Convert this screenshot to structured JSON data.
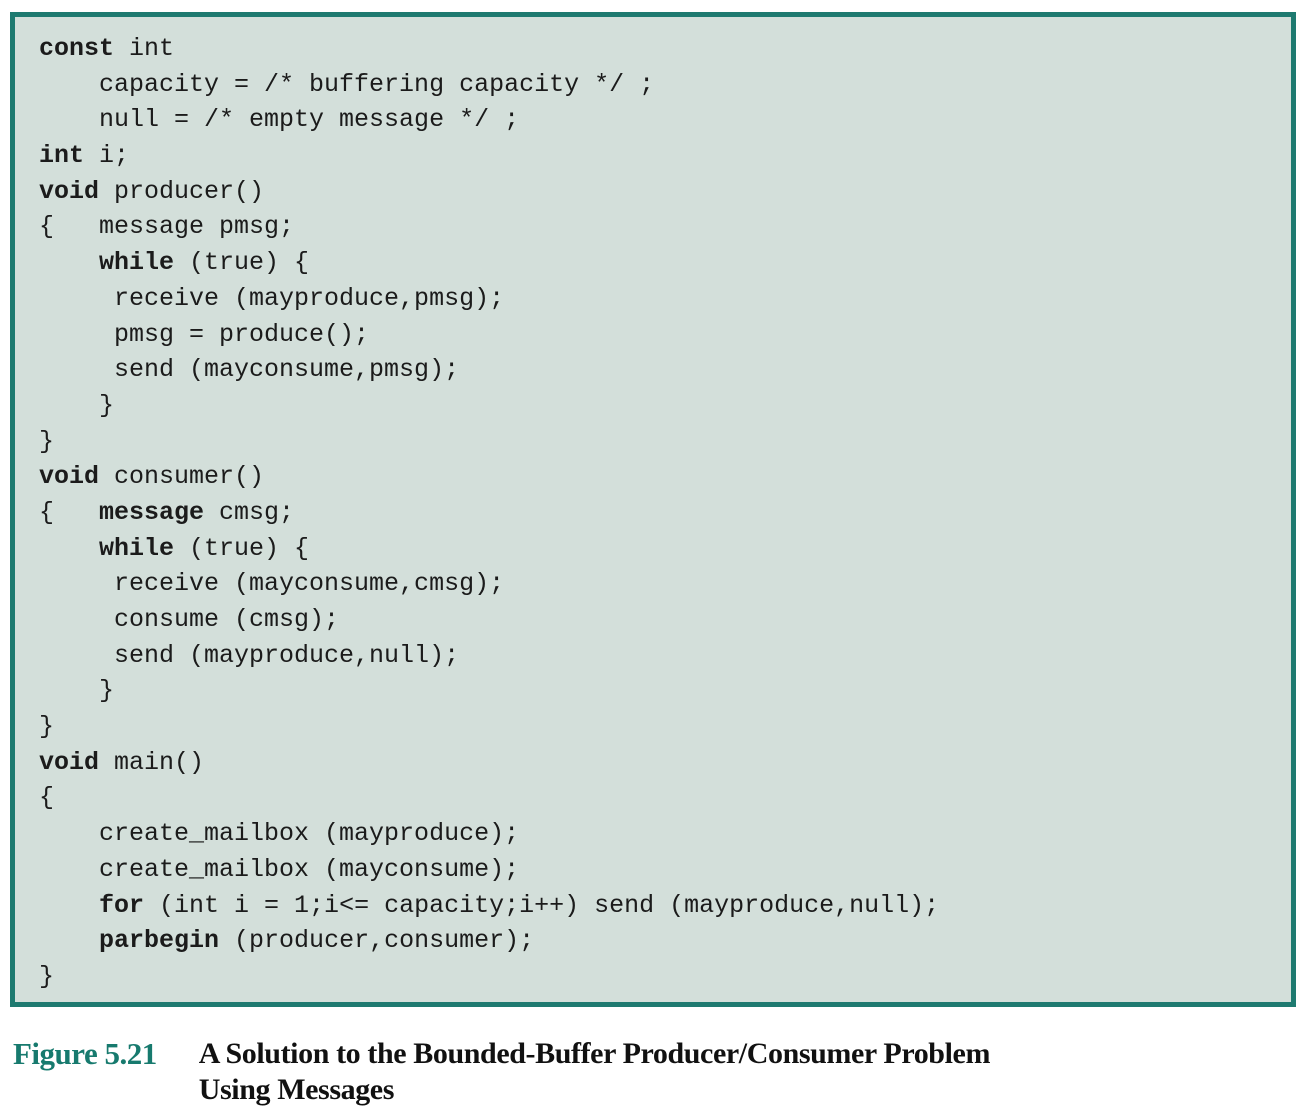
{
  "colors": {
    "box_border": "#1e7a70",
    "box_background": "#d3dfda",
    "code_text": "#1b1b1b",
    "caption_label": "#177a6e",
    "caption_title": "#111111"
  },
  "figure": {
    "label": "Figure 5.21",
    "title_line1": "A Solution to the Bounded-Buffer Producer/Consumer Problem",
    "title_line2": "Using Messages"
  },
  "code": {
    "lines": [
      [
        {
          "t": "const",
          "b": 1
        },
        {
          "t": " int",
          "b": 0
        }
      ],
      [
        {
          "t": "    capacity = /* buffering capacity */ ;",
          "b": 0
        }
      ],
      [
        {
          "t": "    null = /* empty message */ ;",
          "b": 0
        }
      ],
      [
        {
          "t": "int",
          "b": 1
        },
        {
          "t": " i;",
          "b": 0
        }
      ],
      [
        {
          "t": "void",
          "b": 1
        },
        {
          "t": " producer()",
          "b": 0
        }
      ],
      [
        {
          "t": "{   message pmsg;",
          "b": 0
        }
      ],
      [
        {
          "t": "    ",
          "b": 0
        },
        {
          "t": "while",
          "b": 1
        },
        {
          "t": " (true) {",
          "b": 0
        }
      ],
      [
        {
          "t": "     receive (mayproduce,pmsg);",
          "b": 0
        }
      ],
      [
        {
          "t": "     pmsg = produce();",
          "b": 0
        }
      ],
      [
        {
          "t": "     send (mayconsume,pmsg);",
          "b": 0
        }
      ],
      [
        {
          "t": "    }",
          "b": 0
        }
      ],
      [
        {
          "t": "}",
          "b": 0
        }
      ],
      [
        {
          "t": "void",
          "b": 1
        },
        {
          "t": " consumer()",
          "b": 0
        }
      ],
      [
        {
          "t": "{   ",
          "b": 0
        },
        {
          "t": "message",
          "b": 1
        },
        {
          "t": " cmsg;",
          "b": 0
        }
      ],
      [
        {
          "t": "    ",
          "b": 0
        },
        {
          "t": "while",
          "b": 1
        },
        {
          "t": " (true) {",
          "b": 0
        }
      ],
      [
        {
          "t": "     receive (mayconsume,cmsg);",
          "b": 0
        }
      ],
      [
        {
          "t": "     consume (cmsg);",
          "b": 0
        }
      ],
      [
        {
          "t": "     send (mayproduce,null);",
          "b": 0
        }
      ],
      [
        {
          "t": "    }",
          "b": 0
        }
      ],
      [
        {
          "t": "}",
          "b": 0
        }
      ],
      [
        {
          "t": "void",
          "b": 1
        },
        {
          "t": " main()",
          "b": 0
        }
      ],
      [
        {
          "t": "{",
          "b": 0
        }
      ],
      [
        {
          "t": "    create_mailbox (mayproduce);",
          "b": 0
        }
      ],
      [
        {
          "t": "    create_mailbox (mayconsume);",
          "b": 0
        }
      ],
      [
        {
          "t": "    ",
          "b": 0
        },
        {
          "t": "for",
          "b": 1
        },
        {
          "t": " (int i = 1;i<= capacity;i++) send (mayproduce,null);",
          "b": 0
        }
      ],
      [
        {
          "t": "    ",
          "b": 0
        },
        {
          "t": "parbegin",
          "b": 1
        },
        {
          "t": " (producer,consumer);",
          "b": 0
        }
      ],
      [
        {
          "t": "}",
          "b": 0
        }
      ]
    ]
  }
}
